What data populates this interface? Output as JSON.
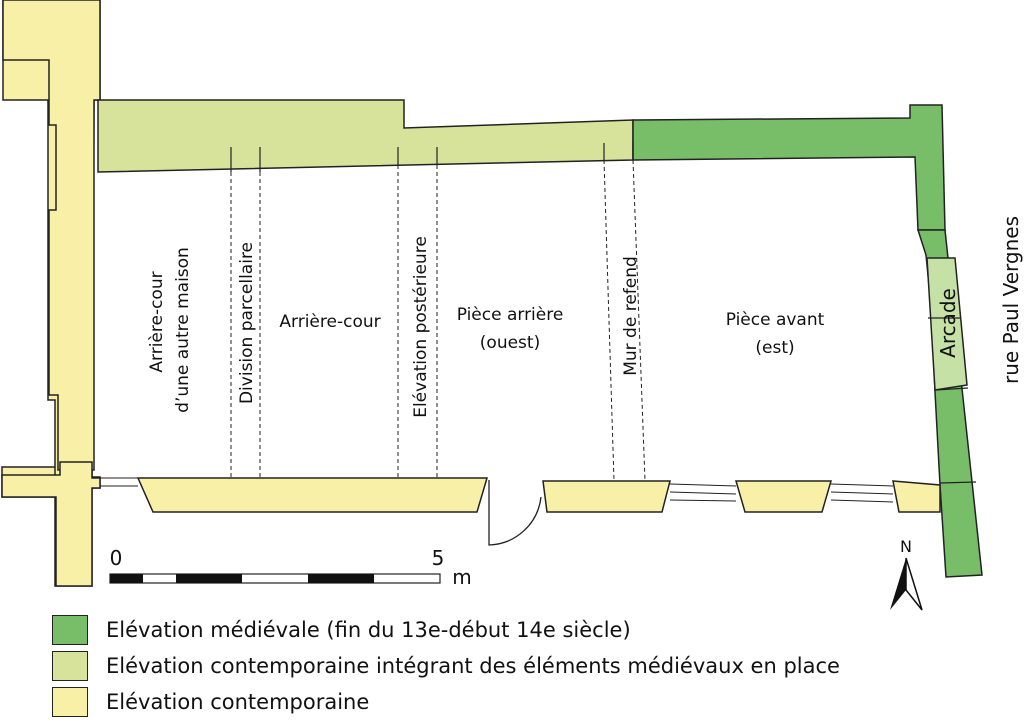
{
  "colors": {
    "medieval": "#78bd68",
    "mixed": "#d7e39a",
    "contemporary": "#f8f0a6",
    "arcade": "#c5e1a5",
    "stroke": "#222222"
  },
  "labels": {
    "arriere_cour_autre_line1": "Arrière-cour",
    "arriere_cour_autre_line2": "d’une autre maison",
    "division_parcellaire": "Division parcellaire",
    "arriere_cour": "Arrière-cour",
    "elevation_posterieure": "Elévation postérieure",
    "piece_arriere_line1": "Pièce arrière",
    "piece_arriere_line2": "(ouest)",
    "mur_de_refend": "Mur de refend",
    "piece_avant_line1": "Pièce avant",
    "piece_avant_line2": "(est)",
    "arcade": "Arcade",
    "street": "rue Paul Vergnes"
  },
  "scale": {
    "start": "0",
    "end": "5",
    "unit": "m"
  },
  "north": "N",
  "legend": [
    {
      "key": "medieval",
      "text": "Elévation médiévale (fin du 13e-début 14e siècle)"
    },
    {
      "key": "mixed",
      "text": "Elévation contemporaine intégrant des éléments médiévaux en place"
    },
    {
      "key": "contemporary",
      "text": "Elévation contemporaine"
    }
  ]
}
